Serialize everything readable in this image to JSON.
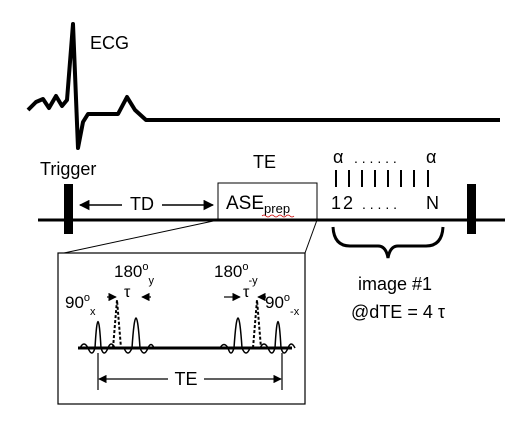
{
  "ecg": {
    "label": "ECG"
  },
  "trigger": {
    "label": "Trigger"
  },
  "delay": {
    "label": "TD"
  },
  "prep": {
    "te_label": "TE",
    "box_main": "ASE",
    "box_sub": "prep"
  },
  "readout": {
    "alpha_first": "α",
    "alpha_dots": ". . . . . .",
    "alpha_last": "α",
    "index_first": "1",
    "index_second": "2",
    "index_dots": ". . . . .",
    "index_last": "N"
  },
  "image": {
    "title": "image #1",
    "dte": "@dTE = 4 τ"
  },
  "inset": {
    "pulse_90x": {
      "base": "90",
      "sup": "o",
      "sub": "x"
    },
    "pulse_180y": {
      "base": "180",
      "sup": "o",
      "sub": "y"
    },
    "pulse_180my": {
      "base": "180",
      "sup": "o",
      "sub": "-y"
    },
    "pulse_90mx": {
      "base": "90",
      "sup": "o",
      "sub": "-x"
    },
    "tau": "τ",
    "te_label": "TE"
  },
  "colors": {
    "ink": "#000000",
    "background": "#ffffff",
    "squiggle": "#cc0000"
  }
}
